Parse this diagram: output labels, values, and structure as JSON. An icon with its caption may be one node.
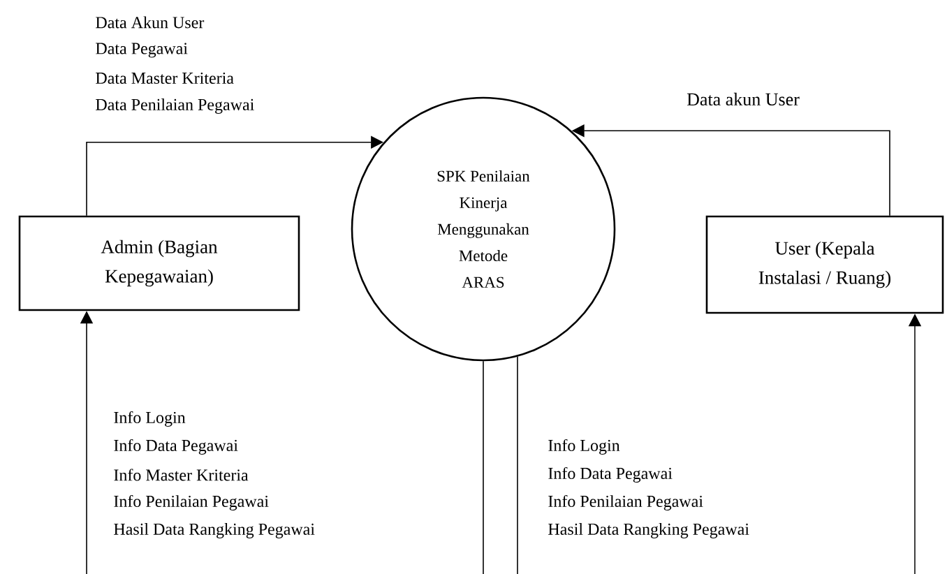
{
  "diagram": {
    "nodes": [
      {
        "text": [
          "Admin (Bagian Kepegawaian)"
        ]
      },
      {
        "text": [
          "SPK Penilaian Kinerja Menggunakan Metode ARAS"
        ]
      },
      {
        "text": [
          "User (Kepala Instalasi / Ruang)"
        ]
      }
    ],
    "edges": [
      {
        "from": 0,
        "to": 1,
        "arrow": "to"
      },
      {
        "from": 2,
        "to": 1,
        "arrow": "to",
        "label": "Data akun User"
      },
      {
        "from": 1,
        "to": 0,
        "arrow": "to"
      },
      {
        "from": 1,
        "to": 2,
        "arrow": "to"
      }
    ],
    "labels": [
      "Data Akun User",
      "Data Pegawai",
      "Data Master Kriteria",
      "Data Penilaian Pegawai",
      "Info Login",
      "Info Data Pegawai",
      "Info Master Kriteria",
      "Info Penilaian Pegawai",
      "Hasil Data Rangking Pegawai",
      "Info Login",
      "Info Data Pegawai",
      "Info Penilaian Pegawai",
      "Hasil Data Rangking Pegawai"
    ]
  }
}
